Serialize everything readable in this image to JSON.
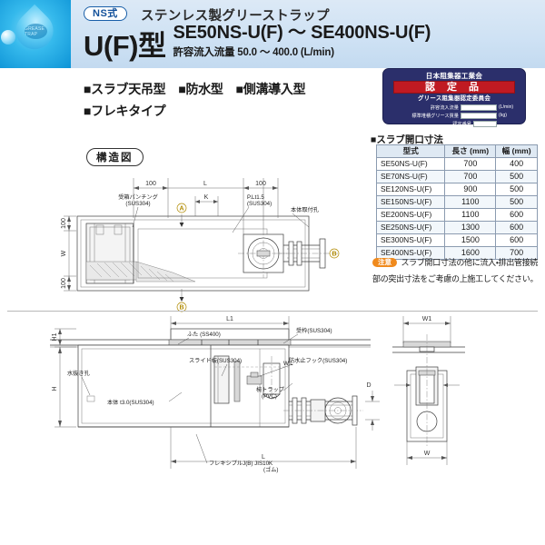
{
  "header": {
    "logo_text": "GREASE TRAP",
    "ns_badge": "NS式",
    "subtitle": "ステンレス製グリーストラップ",
    "type_name": "U(F)型",
    "model_range": "SE50NS-U(F) 〜 SE400NS-U(F)",
    "flow_rate": "許容流入流量 50.0 〜 400.0 (L/min)",
    "features": [
      "■スラブ天吊型",
      "■防水型",
      "■側溝導入型",
      "■フレキタイプ"
    ]
  },
  "cert_badge": {
    "org": "日本阻集器工業会",
    "approved": "認 定 品",
    "committee": "グリース阻集器認定委員会",
    "fields": [
      {
        "label": "許容流入流量",
        "value": "",
        "unit": "(L/min)"
      },
      {
        "label": "標準堆積グリース質量",
        "value": "",
        "unit": "(kg)"
      },
      {
        "label": "認定番号",
        "value": "",
        "unit": ""
      }
    ]
  },
  "spec_table": {
    "title": "■スラブ開口寸法",
    "columns": [
      "型式",
      "長さ (mm)",
      "幅 (mm)"
    ],
    "rows": [
      {
        "model": "SE50NS-U(F)",
        "length": "700",
        "width": "400"
      },
      {
        "model": "SE70NS-U(F)",
        "length": "700",
        "width": "500"
      },
      {
        "model": "SE120NS-U(F)",
        "length": "900",
        "width": "500"
      },
      {
        "model": "SE150NS-U(F)",
        "length": "1100",
        "width": "500"
      },
      {
        "model": "SE200NS-U(F)",
        "length": "1100",
        "width": "600"
      },
      {
        "model": "SE250NS-U(F)",
        "length": "1300",
        "width": "600"
      },
      {
        "model": "SE300NS-U(F)",
        "length": "1500",
        "width": "600"
      },
      {
        "model": "SE400NS-U(F)",
        "length": "1600",
        "width": "700"
      }
    ],
    "note_badge": "注意",
    "note_text": "スラブ開口寸法の他に流入・排出管接続部の突出寸法をご考慮の上施工してください。"
  },
  "diagram": {
    "section_title": "構造図",
    "plan": {
      "callouts": [
        "受箱パンチング",
        "(SUS304)",
        "P.Lt1.5",
        "(SUS304)",
        "本体取付孔"
      ],
      "dims": {
        "top_left_100": "100",
        "top_L": "L",
        "top_right_100": "100",
        "top_K": "K",
        "left_100_upper": "100",
        "left_W": "W",
        "left_100_lower": "100"
      },
      "marks": [
        "A",
        "B"
      ]
    },
    "elevation": {
      "callouts": [
        "ふた (SS400)",
        "受枠(SUS304)",
        "スライド板(SUS304)",
        "防水止フック(SUS304)",
        "水抜き孔",
        "本体 t3.0(SUS304)",
        "椀トラップ",
        "(PVC)",
        "W.L",
        "フレキシブルJ(B) JIS10K",
        "(ゴム)"
      ],
      "dims": {
        "L1": "L1",
        "H1": "H1",
        "H": "H",
        "L": "L",
        "D": "D"
      }
    },
    "side": {
      "dims": {
        "W1": "W1",
        "W": "W"
      }
    }
  }
}
